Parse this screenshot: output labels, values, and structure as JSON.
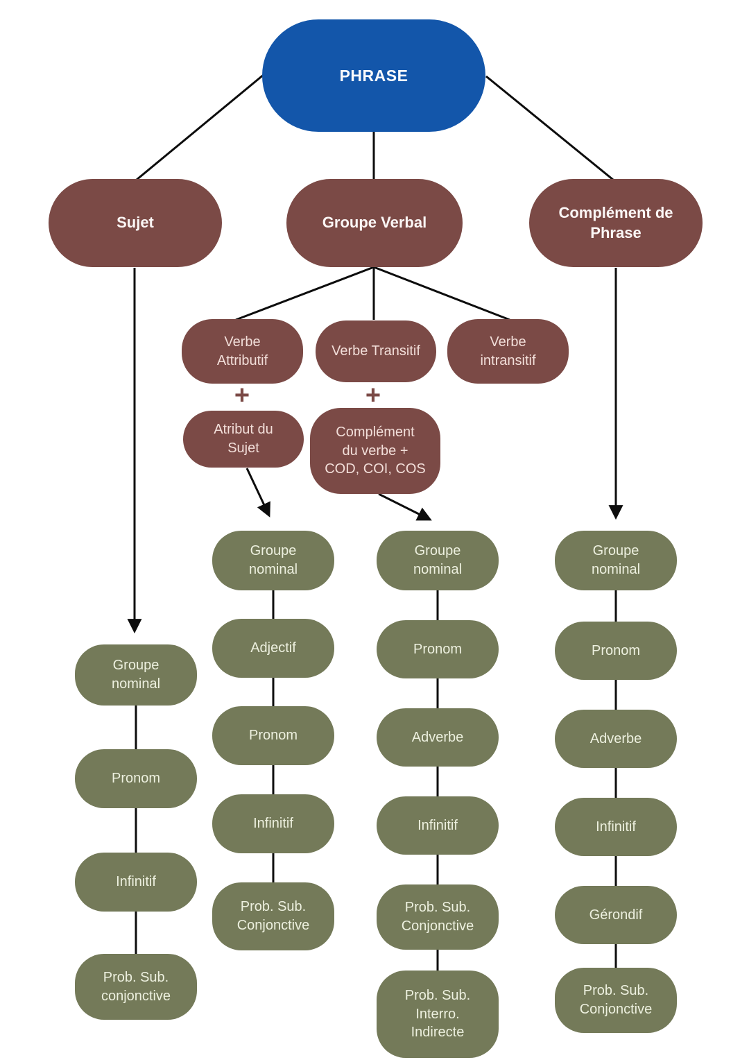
{
  "colors": {
    "root_fill": "#1356aa",
    "branch_fill": "#7b4a46",
    "leaf_fill": "#747a59",
    "line": "#0d0d0d"
  },
  "nodes": {
    "phrase": "PHRASE",
    "sujet": "Sujet",
    "groupe_verbal": "Groupe Verbal",
    "complement_de_phrase": "Complément de\nPhrase",
    "verbe_attributif": "Verbe\nAttributif",
    "verbe_transitif": "Verbe Transitif",
    "verbe_intransitif": "Verbe\nintransitif",
    "plus": "+",
    "atribut_du_sujet": "Atribut du\nSujet",
    "complement_du_verbe": "Complément\ndu verbe +\nCOD, COI, COS",
    "col_sujet": [
      "Groupe\nnominal",
      "Pronom",
      "Infinitif",
      "Prob. Sub.\nconjonctive"
    ],
    "col_attribut": [
      "Groupe\nnominal",
      "Adjectif",
      "Pronom",
      "Infinitif",
      "Prob. Sub.\nConjonctive"
    ],
    "col_verbe": [
      "Groupe\nnominal",
      "Pronom",
      "Adverbe",
      "Infinitif",
      "Prob. Sub.\nConjonctive",
      "Prob. Sub.\nInterro.\nIndirecte"
    ],
    "col_phrase": [
      "Groupe\nnominal",
      "Pronom",
      "Adverbe",
      "Infinitif",
      "Gérondif",
      "Prob. Sub.\nConjonctive"
    ]
  }
}
